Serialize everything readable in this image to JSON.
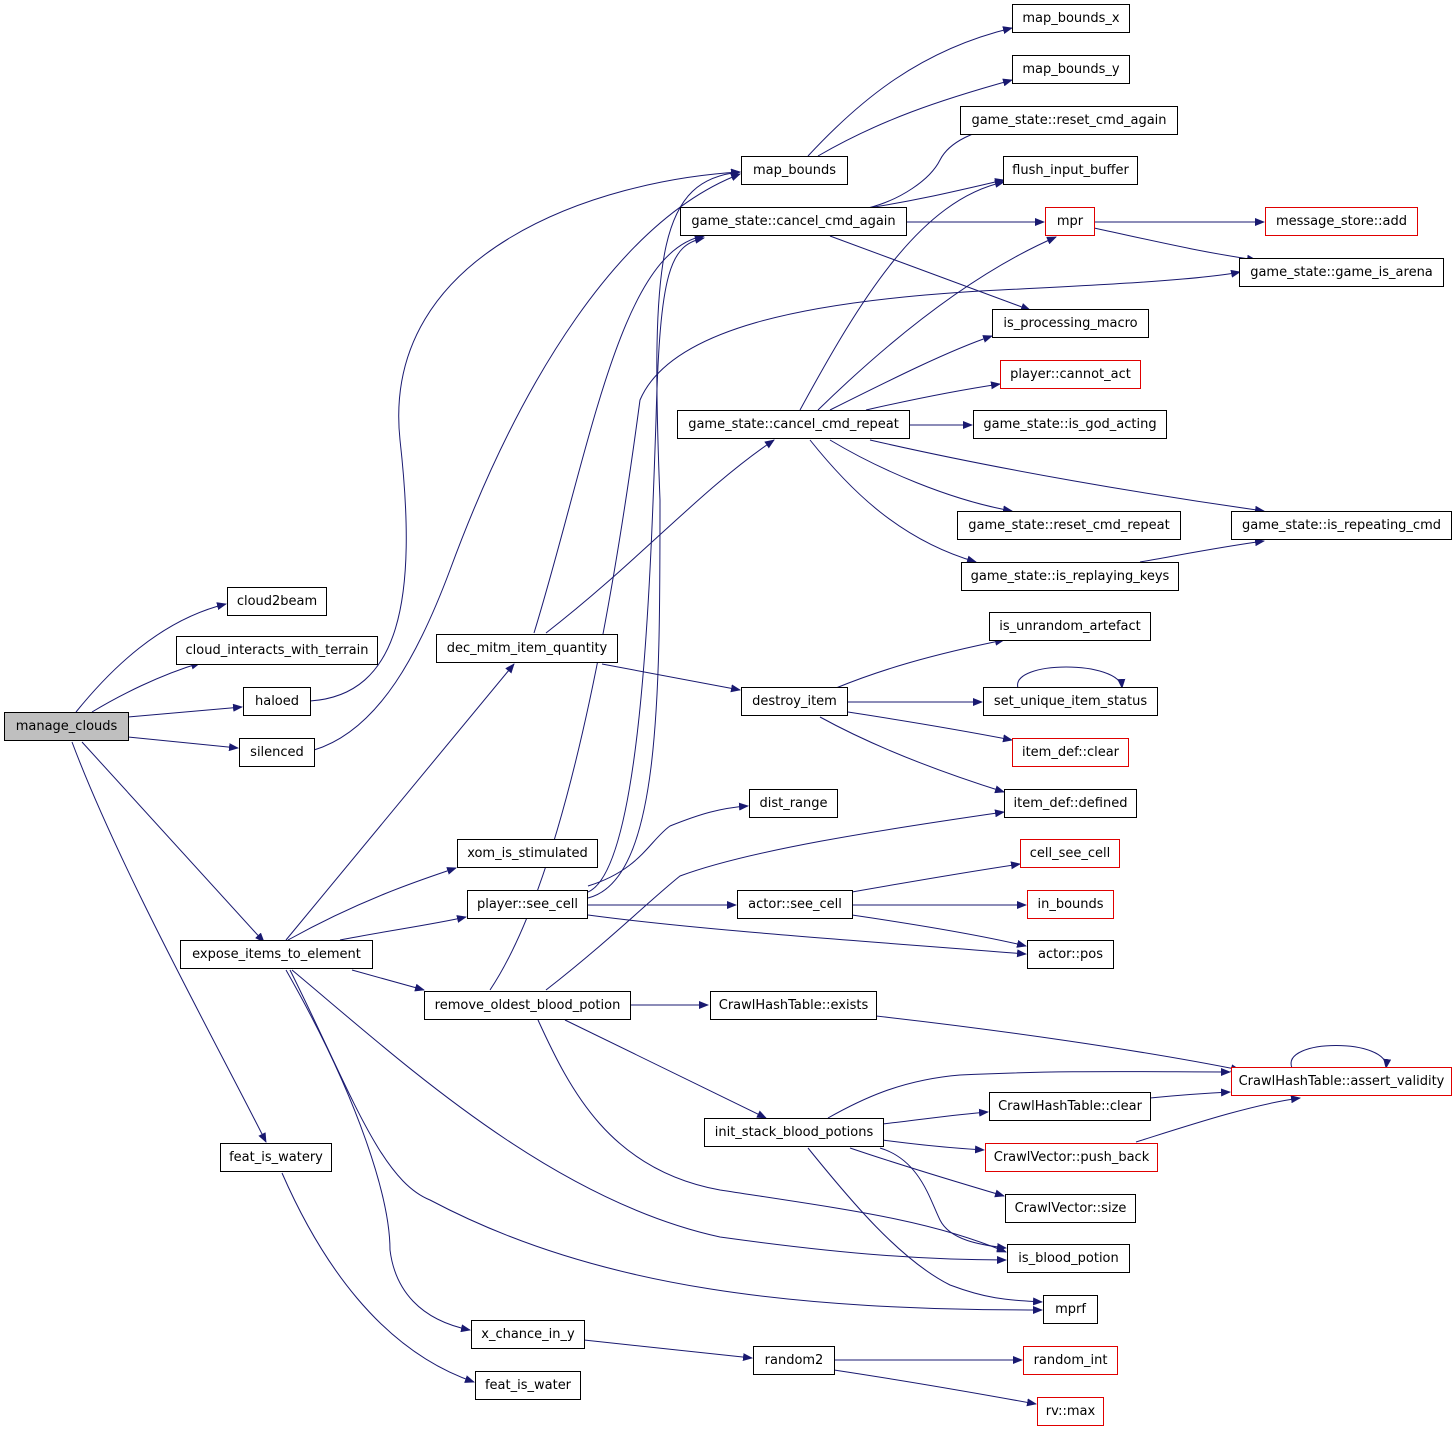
{
  "colors": {
    "edge": "#191970",
    "node_border": "#000000",
    "truncated_border": "#e00000",
    "root_fill": "#bfbfbf"
  },
  "nodes": {
    "manage_clouds": "manage_clouds",
    "cloud2beam": "cloud2beam",
    "cloud_interacts_with_terrain": "cloud_interacts_with_terrain",
    "haloed": "haloed",
    "silenced": "silenced",
    "expose_items_to_element": "expose_items_to_element",
    "feat_is_watery": "feat_is_watery",
    "feat_is_water": "feat_is_water",
    "dec_mitm_item_quantity": "dec_mitm_item_quantity",
    "xom_is_stimulated": "xom_is_stimulated",
    "player_see_cell": "player::see_cell",
    "remove_oldest_blood_potion": "remove_oldest_blood_potion",
    "x_chance_in_y": "x_chance_in_y",
    "map_bounds": "map_bounds",
    "gs_cancel_cmd_again": "game_state::cancel_cmd_again",
    "gs_cancel_cmd_repeat": "game_state::cancel_cmd_repeat",
    "destroy_item": "destroy_item",
    "dist_range": "dist_range",
    "actor_see_cell": "actor::see_cell",
    "crawlhash_exists": "CrawlHashTable::exists",
    "init_stack_blood_potions": "init_stack_blood_potions",
    "random2": "random2",
    "map_bounds_x": "map_bounds_x",
    "map_bounds_y": "map_bounds_y",
    "gs_reset_cmd_again": "game_state::reset_cmd_again",
    "flush_input_buffer": "flush_input_buffer",
    "mpr": "mpr",
    "is_processing_macro": "is_processing_macro",
    "player_cannot_act": "player::cannot_act",
    "gs_is_god_acting": "game_state::is_god_acting",
    "gs_reset_cmd_repeat": "game_state::reset_cmd_repeat",
    "gs_is_replaying_keys": "game_state::is_replaying_keys",
    "is_unrandom_artefact": "is_unrandom_artefact",
    "set_unique_item_status": "set_unique_item_status",
    "item_def_clear": "item_def::clear",
    "item_def_defined": "item_def::defined",
    "cell_see_cell": "cell_see_cell",
    "in_bounds": "in_bounds",
    "actor_pos": "actor::pos",
    "crawlhash_clear": "CrawlHashTable::clear",
    "crawlvector_push_back": "CrawlVector::push_back",
    "crawlvector_size": "CrawlVector::size",
    "is_blood_potion": "is_blood_potion",
    "mprf": "mprf",
    "random_int": "random_int",
    "rv_max": "rv::max",
    "message_store_add": "message_store::add",
    "gs_game_is_arena": "game_state::game_is_arena",
    "gs_is_repeating_cmd": "game_state::is_repeating_cmd",
    "crawlhash_assert_validity": "CrawlHashTable::assert_validity"
  }
}
